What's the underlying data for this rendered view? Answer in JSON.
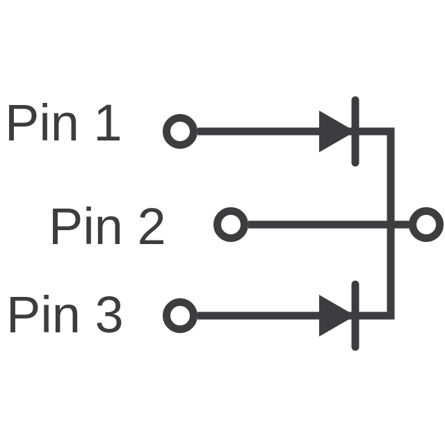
{
  "diagram": {
    "kind": "schematic",
    "description": "Dual diode array, common cathode: Pin 1 and Pin 3 through diodes to shared right-side bus, Pin 2 straight through to common output terminal",
    "colors": {
      "line": "#3d3d3f",
      "background": "#ffffff"
    },
    "stroke_width": 11,
    "pins": [
      {
        "label": "Pin 1",
        "path": "anode of upper diode"
      },
      {
        "label": "Pin 2",
        "path": "direct to common output"
      },
      {
        "label": "Pin 3",
        "path": "anode of lower diode"
      }
    ],
    "symbols": {
      "terminal": "open-circle",
      "diode": "filled-right-triangle-with-cathode-bar",
      "diode_count": 2,
      "terminal_count": 4
    }
  }
}
